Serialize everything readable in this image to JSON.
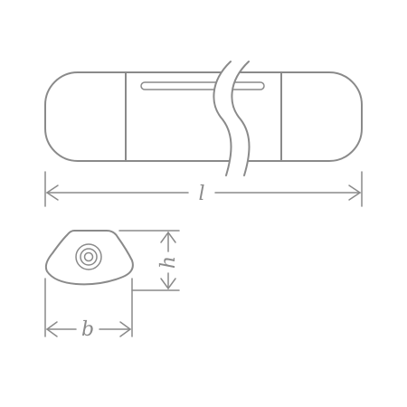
{
  "dimensions": {
    "length_label": "l",
    "height_label": "h",
    "width_label": "b"
  },
  "colors": {
    "line": "#8a8a8a",
    "background": "#ffffff"
  }
}
